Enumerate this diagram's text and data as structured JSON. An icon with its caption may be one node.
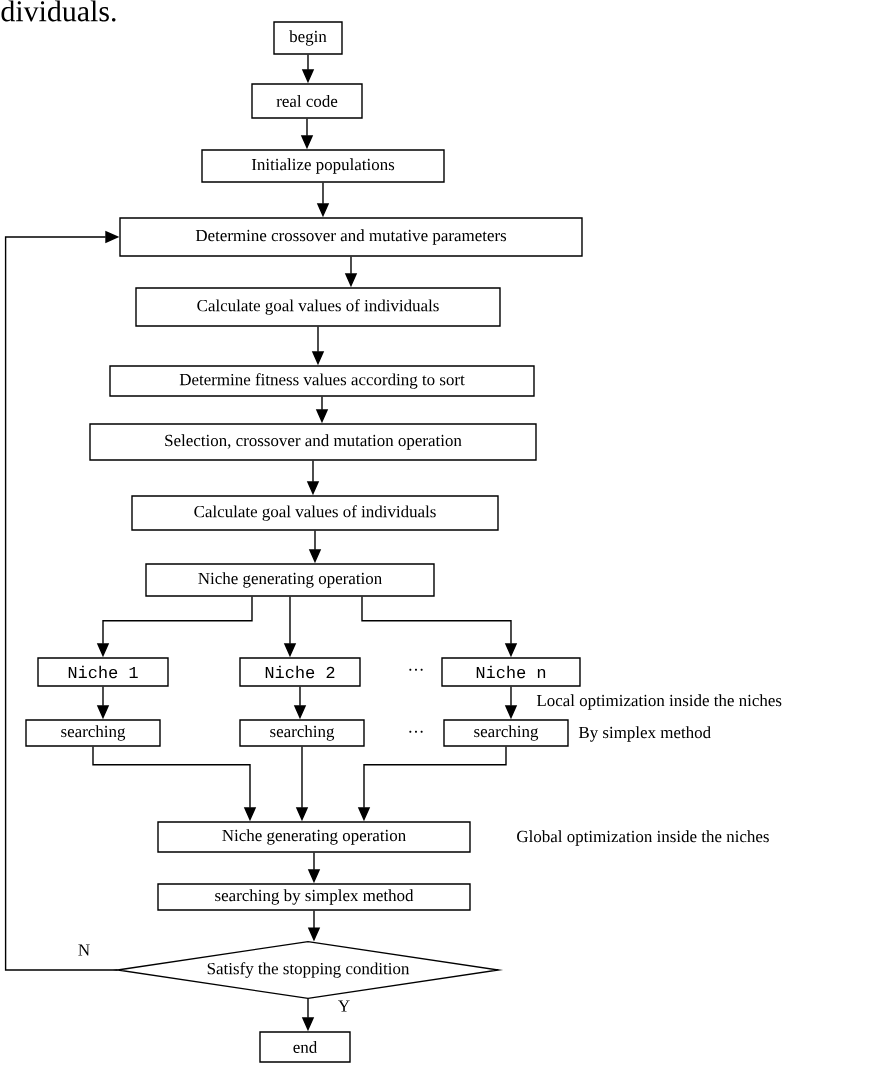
{
  "diagram": {
    "nodes": [
      {
        "text": [
          "begin"
        ]
      },
      {
        "text": [
          "real code"
        ]
      },
      {
        "text": [
          "Initialize populations"
        ]
      },
      {
        "text": [
          "Determine crossover and mutative parameters"
        ]
      },
      {
        "text": [
          "Calculate goal values of individuals"
        ]
      },
      {
        "text": [
          "Determine fitness values according to sort"
        ]
      },
      {
        "text": [
          "Selection, crossover and mutation operation"
        ]
      },
      {
        "text": [
          "Calculate goal values of individuals"
        ]
      },
      {
        "text": [
          "Niche generating operation"
        ]
      },
      {
        "text": [
          "Niche 1"
        ]
      },
      {
        "text": [
          "Niche 2"
        ]
      },
      {
        "text": [
          "Niche n"
        ]
      },
      {
        "text": [
          "searching"
        ]
      },
      {
        "text": [
          "searching"
        ]
      },
      {
        "text": [
          "searching"
        ]
      },
      {
        "text": [
          "Niche generating operation"
        ]
      },
      {
        "text": [
          "searching by simplex method"
        ]
      },
      {
        "text": [
          "Satisfy the stopping condition"
        ]
      },
      {
        "text": [
          "end"
        ]
      }
    ],
    "edges": [
      {
        "from": 0,
        "to": 1,
        "arrow": "to"
      },
      {
        "from": 1,
        "to": 2,
        "arrow": "to"
      },
      {
        "from": 2,
        "to": 3,
        "arrow": "to"
      },
      {
        "from": 3,
        "to": 4,
        "arrow": "to"
      },
      {
        "from": 4,
        "to": 5,
        "arrow": "to"
      },
      {
        "from": 5,
        "to": 6,
        "arrow": "to"
      },
      {
        "from": 6,
        "to": 7,
        "arrow": "to"
      },
      {
        "from": 7,
        "to": 8,
        "arrow": "to"
      },
      {
        "from": 8,
        "to": 9,
        "arrow": "to"
      },
      {
        "from": 8,
        "to": 10,
        "arrow": "to"
      },
      {
        "from": 8,
        "to": 11,
        "arrow": "to"
      },
      {
        "from": 9,
        "to": 12,
        "arrow": "to"
      },
      {
        "from": 10,
        "to": 13,
        "arrow": "to"
      },
      {
        "from": 11,
        "to": 14,
        "arrow": "to"
      },
      {
        "from": 12,
        "to": 15,
        "arrow": "to"
      },
      {
        "from": 13,
        "to": 15,
        "arrow": "to"
      },
      {
        "from": 14,
        "to": 15,
        "arrow": "to"
      },
      {
        "from": 15,
        "to": 16,
        "arrow": "to"
      },
      {
        "from": 16,
        "to": 17,
        "arrow": "to"
      },
      {
        "from": 17,
        "to": 18,
        "arrow": "to",
        "label": "Y"
      },
      {
        "from": 17,
        "to": 3,
        "arrow": "to",
        "label": "N"
      }
    ],
    "labels": [
      "dividuals.",
      "···",
      "Local optimization inside the niches",
      "···",
      "By simplex method",
      "Global optimization inside the niches"
    ]
  }
}
